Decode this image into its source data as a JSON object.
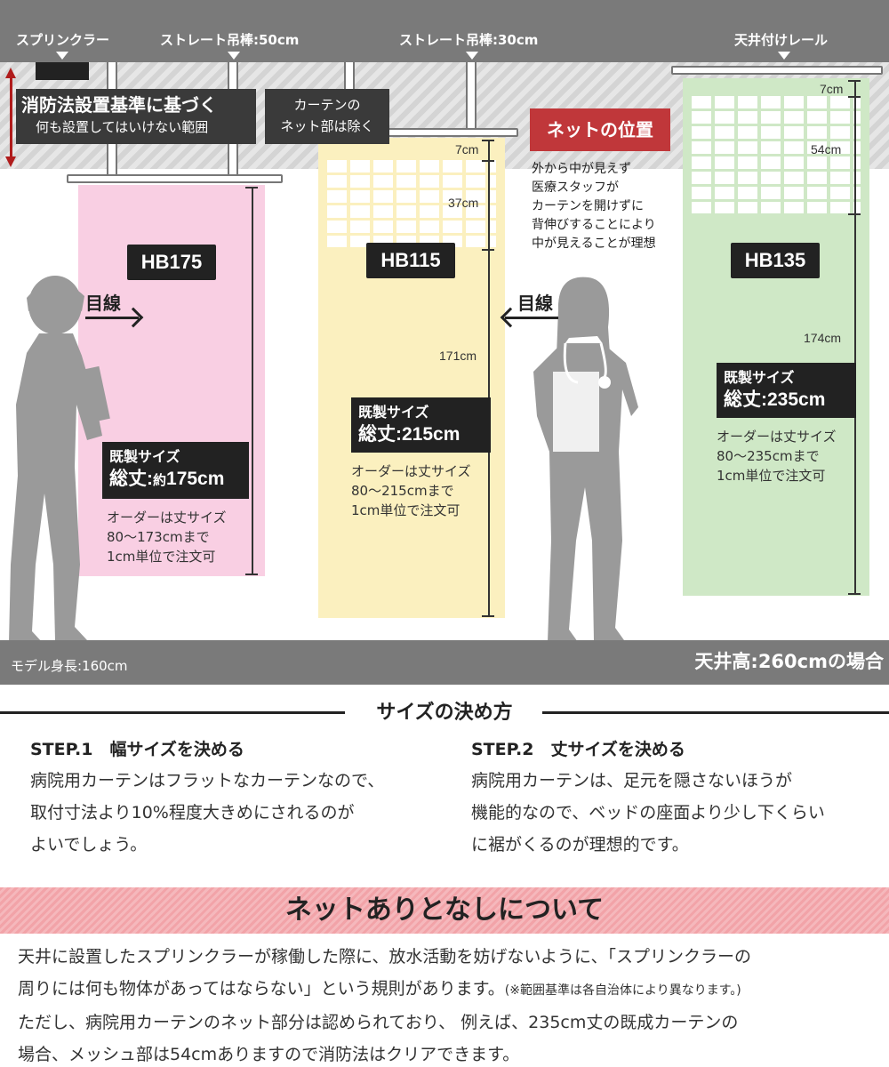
{
  "top_labels": {
    "sprinkler": "スプリンクラー",
    "rod_50": "ストレート吊棒:50cm",
    "rod_30": "ストレート吊棒:30cm",
    "ceiling_rail": "天井付けレール"
  },
  "fire_zone": {
    "line1": "消防法設置基準に基づく",
    "line2": "何も設置してはいけない範囲"
  },
  "curtain_note": {
    "line1": "カーテンの",
    "line2": "ネット部は除く"
  },
  "net_position": {
    "title": "ネットの位置",
    "lines": [
      "外から中が見えず",
      "医療スタッフが",
      "カーテンを開けずに",
      "背伸びすることにより",
      "中が見えることが理想"
    ]
  },
  "sight_label": "目線",
  "hb175": {
    "model": "HB175",
    "size_label": "既製サイズ",
    "total_prefix": "総丈:",
    "total_small": "約",
    "total_value": "175cm",
    "order_lines": [
      "オーダーは丈サイズ",
      "80〜173cmまで",
      "1cm単位で注文可"
    ]
  },
  "hb115": {
    "model": "HB115",
    "mesh_top": "7cm",
    "mesh": "37cm",
    "body": "171cm",
    "size_label": "既製サイズ",
    "total": "総丈:215cm",
    "order_lines": [
      "オーダーは丈サイズ",
      "80〜215cmまで",
      "1cm単位で注文可"
    ]
  },
  "hb135": {
    "model": "HB135",
    "mesh_top": "7cm",
    "mesh": "54cm",
    "body": "174cm",
    "size_label": "既製サイズ",
    "total": "総丈:235cm",
    "order_lines": [
      "オーダーは丈サイズ",
      "80〜235cmまで",
      "1cm単位で注文可"
    ]
  },
  "model_height": "モデル身長:160cm",
  "ceiling_height": "天井高:260cmの場合",
  "size_section": {
    "title": "サイズの決め方",
    "step1_title": "STEP.1　幅サイズを決める",
    "step1_lines": [
      "病院用カーテンはフラットなカーテンなので、",
      "取付寸法より10%程度大きめにされるのが",
      "よいでしょう。"
    ],
    "step2_title": "STEP.2　丈サイズを決める",
    "step2_lines": [
      "病院用カーテンは、足元を隠さないほうが",
      "機能的なので、ベッドの座面より少し下くらい",
      "に裾がくるのが理想的です。"
    ]
  },
  "net_section": {
    "title": "ネットありとなしについて",
    "line1": "天井に設置したスプリンクラーが稼働した際に、放水活動を妨げないように、「スプリンクラーの",
    "line2": "周りには何も物体があってはならない」という規則があります。",
    "line2_note": "(※範囲基準は各自治体により異なります。)",
    "line3": "ただし、病院用カーテンのネット部分は認められており、 例えば、235cm丈の既成カーテンの",
    "line4": "場合、メッシュ部は54cmありますので消防法はクリアできます。"
  },
  "colors": {
    "pink_panel": "#f9cfe3",
    "yellow_panel": "#fbf0bf",
    "green_panel": "#cfe8c6",
    "net_badge": "#c0373a",
    "band": "#f2a3a8"
  }
}
